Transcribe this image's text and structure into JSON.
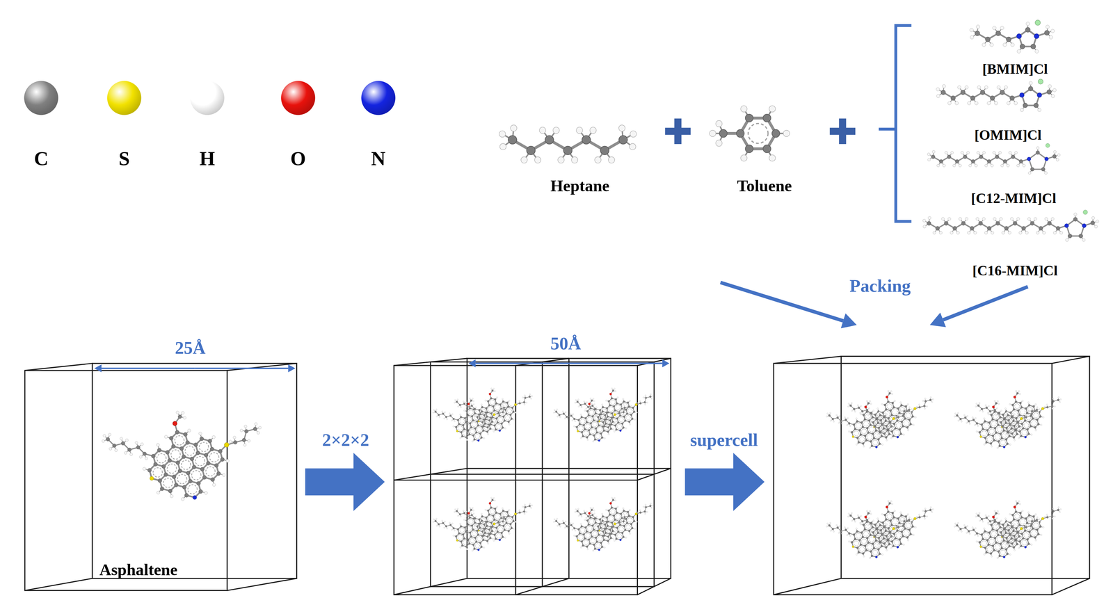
{
  "diagram": {
    "labels": [
      "Heptane",
      "Toluene",
      "[BMIM]Cl",
      "[OMIM]Cl",
      "[C12-MIM]Cl",
      "[C16-MIM]Cl",
      "Packing",
      "25Å",
      "Asphaltene",
      "2×2×2",
      "50Å",
      "supercell"
    ],
    "legend": [
      {
        "text": "C",
        "color": "#808080"
      },
      {
        "text": "S",
        "color": "#f2e200"
      },
      {
        "text": "H",
        "color": "#ffffff"
      },
      {
        "text": "O",
        "color": "#e8120c"
      },
      {
        "text": "N",
        "color": "#1424e0"
      }
    ]
  }
}
